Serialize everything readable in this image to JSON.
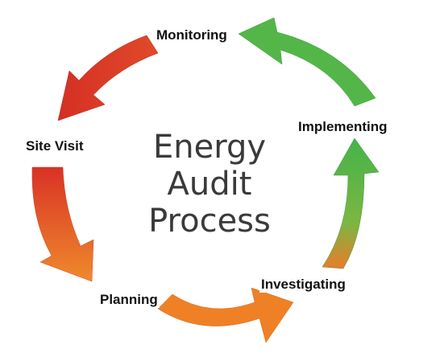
{
  "title_lines": [
    "Energy",
    "Audit",
    "Process"
  ],
  "stages": [
    {
      "name": "Monitoring",
      "color": "#e03c28"
    },
    {
      "name": "Site Visit",
      "color": "#e0542a"
    },
    {
      "name": "Planning",
      "color": "#ee7a26"
    },
    {
      "name": "Investigating",
      "color": "#6dbb45"
    },
    {
      "name": "Implementing",
      "color": "#4fb24a"
    }
  ],
  "colors": {
    "red": "#dd3527",
    "orange": "#f0842a",
    "green": "#4cb84a"
  }
}
